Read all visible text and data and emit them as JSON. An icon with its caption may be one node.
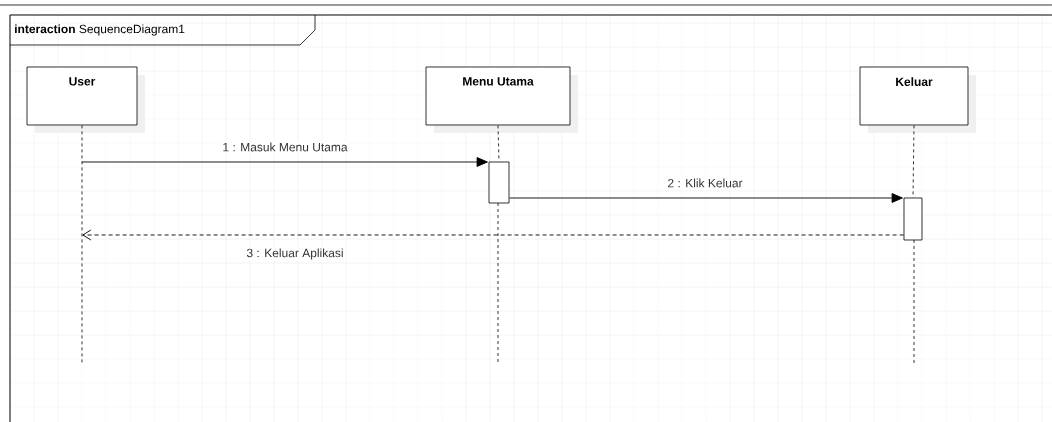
{
  "diagram": {
    "nodes": [
      {
        "text": [
          "**interaction** SequenceDiagram1"
        ]
      },
      {
        "text": [
          "User"
        ],
        "in": 0
      },
      {
        "text": [
          "Menu Utama"
        ],
        "in": 0
      },
      {
        "text": [
          "Keluar"
        ],
        "in": 0
      },
      {
        "text": [],
        "shape": "bar",
        "in": 0
      },
      {
        "text": [],
        "shape": "bar",
        "in": 0
      }
    ],
    "edges": [
      {
        "from": 1,
        "to": 4,
        "arrow": "to",
        "label": "1 : Masuk Menu Utama"
      },
      {
        "from": 4,
        "to": 5,
        "arrow": "to",
        "label": "2 : Klik Keluar"
      },
      {
        "from": 5,
        "to": 1,
        "arrow": "to",
        "label": "3 : Keluar Aplikasi",
        "style": "dashed"
      },
      {
        "from": 2,
        "to": 4,
        "arrow": "none",
        "style": "dashed"
      },
      {
        "from": 3,
        "to": 5,
        "arrow": "none",
        "style": "dashed"
      }
    ]
  }
}
